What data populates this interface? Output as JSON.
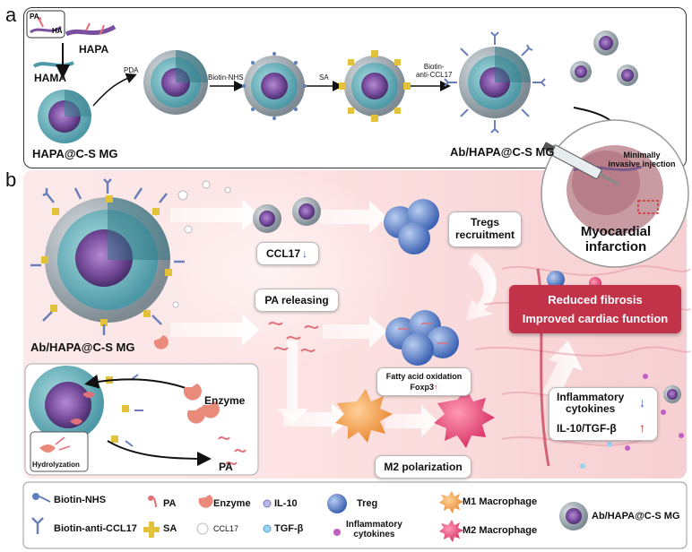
{
  "panel_a": {
    "label": "a",
    "pa": "PA",
    "ha": "HA",
    "hapa": "HAPA",
    "hama": "HAMA",
    "pda": "PDA",
    "biotin_nhs": "Biotin-NHS",
    "sa": "SA",
    "biotin_anti_ccl17": [
      "Biotin-",
      "anti-CCL17"
    ],
    "hapa_cs_mg": "HAPA@C-S MG",
    "ab_hapa_cs_mg": "Ab/HAPA@C-S MG"
  },
  "inset": {
    "minimally": "Minimally",
    "invasive": "invasive injection",
    "title_line1": "Myocardial",
    "title_line2": "infarction"
  },
  "panel_b": {
    "label": "b",
    "ab_hapa_cs_mg": "Ab/HAPA@C-S MG",
    "ccl17": "CCL17",
    "tregs_line1": "Tregs",
    "tregs_line2": "recruitment",
    "pa_releasing": "PA releasing",
    "fatty_acid": "Fatty acid oxidation",
    "foxp3": "Foxp3",
    "m2_polarization": "M2 polarization",
    "reduced_fibrosis": "Reduced fibrosis",
    "improved_function": "Improved cardiac function",
    "inflam_line1": "Inflammatory",
    "inflam_line2": "cytokines",
    "il10_tgfb": "IL-10/TGF-β",
    "enzyme": "Enzyme",
    "pa": "PA",
    "hydrolyzation": "Hydrolyzation"
  },
  "legend": {
    "biotin_nhs": "Biotin-NHS",
    "biotin_anti_ccl17": "Biotin-anti-CCL17",
    "pa": "PA",
    "sa": "SA",
    "enzyme": "Enzyme",
    "ccl17": "CCL17",
    "il10": "IL-10",
    "tgfb": "TGF-β",
    "treg": "Treg",
    "inflam_line1": "Inflammatory",
    "inflam_line2": "cytokines",
    "m1": "M1 Macrophage",
    "m2": "M2 Macrophage",
    "ab_hapa": "Ab/HAPA@C-S MG"
  },
  "colors": {
    "microgel_core": "#7b4fa0",
    "shell_teal": "#6fb6c0",
    "pda_gray": "#9aa5ad",
    "sa_yellow": "#e2c23a",
    "antibody_blue": "#6c7fb8",
    "treg_blue": "#5b7fc8",
    "pa_pink": "#e0707a",
    "m1_orange": "#f0a050",
    "m2_pink": "#e85a80",
    "crimson_box": "#c2334a",
    "down_arrow": "#3a5bd0",
    "up_arrow": "#d03030"
  }
}
